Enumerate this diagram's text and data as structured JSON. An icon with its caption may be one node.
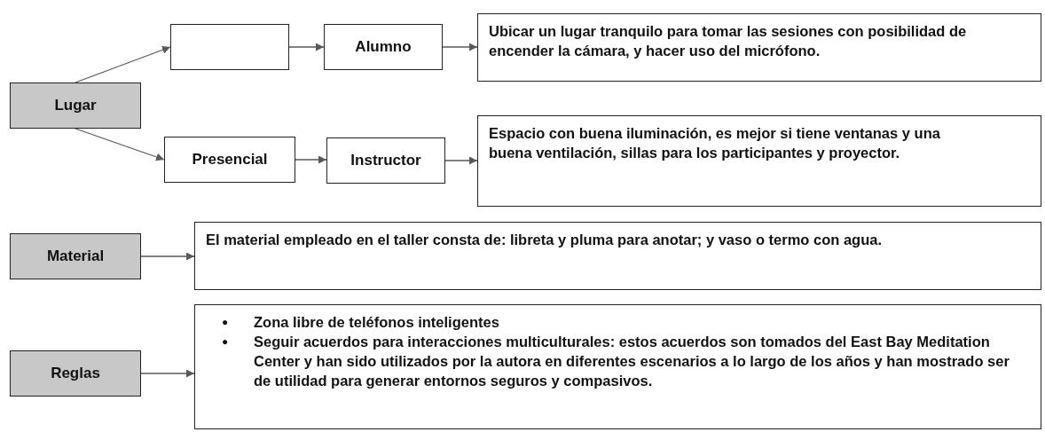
{
  "diagram": {
    "nodes": [
      {
        "text": [
          "Lugar"
        ]
      },
      {
        "text": [],
        "shape": "box"
      },
      {
        "text": [
          "Alumno"
        ]
      },
      {
        "text": [
          "Ubicar un lugar tranquilo para tomar las sesiones con posibilidad de encender la cámara, y hacer uso del micrófono."
        ]
      },
      {
        "text": [
          "Presencial"
        ]
      },
      {
        "text": [
          "Instructor"
        ]
      },
      {
        "text": [
          "Espacio con buena iluminación, es mejor si tiene ventanas y una buena ventilación, sillas para los participantes y proyector."
        ]
      },
      {
        "text": [
          "Material"
        ]
      },
      {
        "text": [
          "El material empleado en el taller consta de: libreta y pluma para anotar; y vaso o termo con agua."
        ]
      },
      {
        "text": [
          "Reglas"
        ]
      },
      {
        "text": [
          "●",
          "Zona libre de teléfonos inteligentes",
          "●",
          "Seguir acuerdos para interacciones multiculturales: estos acuerdos son tomados del East Bay Meditation Center y han sido utilizados por la autora en diferentes escenarios a lo largo de los años y han mostrado ser de utilidad para generar entornos seguros y compasivos."
        ]
      }
    ],
    "edges": [
      {
        "from": 0,
        "to": 1,
        "arrow": "to"
      },
      {
        "from": 1,
        "to": 2,
        "arrow": "to"
      },
      {
        "from": 2,
        "to": 3,
        "arrow": "to"
      },
      {
        "from": 0,
        "to": 4,
        "arrow": "to"
      },
      {
        "from": 4,
        "to": 5,
        "arrow": "to"
      },
      {
        "from": 5,
        "to": 6,
        "arrow": "to"
      },
      {
        "from": 7,
        "to": 8,
        "arrow": "to"
      },
      {
        "from": 9,
        "to": 10,
        "arrow": "to"
      }
    ]
  }
}
